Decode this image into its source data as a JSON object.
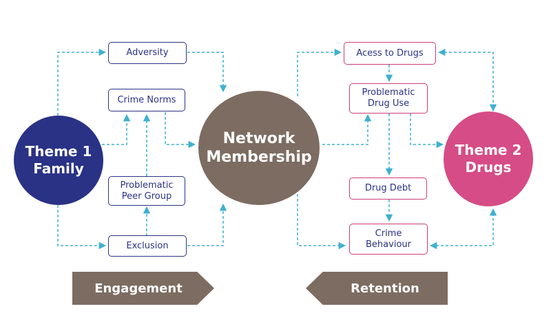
{
  "colors": {
    "theme1": "#2a3286",
    "theme2": "#d64c86",
    "network": "#7d6c61",
    "connector": "#3fb0cf",
    "left_border": "#2a3286",
    "right_border": "#cc3d78",
    "banner": "#7d6c61"
  },
  "nodes": {
    "theme1": {
      "line1": "Theme 1",
      "line2": "Family"
    },
    "theme2": {
      "line1": "Theme 2",
      "line2": "Drugs"
    },
    "network": {
      "line1": "Network",
      "line2": "Membership"
    }
  },
  "left_boxes": {
    "adversity": "Adversity",
    "crime_norms": "Crime Norms",
    "peer_line1": "Problematic",
    "peer_line2": "Peer Group",
    "exclusion": "Exclusion"
  },
  "right_boxes": {
    "access": "Acess to Drugs",
    "drug_use_line1": "Problematic",
    "drug_use_line2": "Drug Use",
    "drug_debt": "Drug Debt",
    "crime_line1": "Crime",
    "crime_line2": "Behaviour"
  },
  "banners": {
    "engagement": "Engagement",
    "retention": "Retention"
  }
}
